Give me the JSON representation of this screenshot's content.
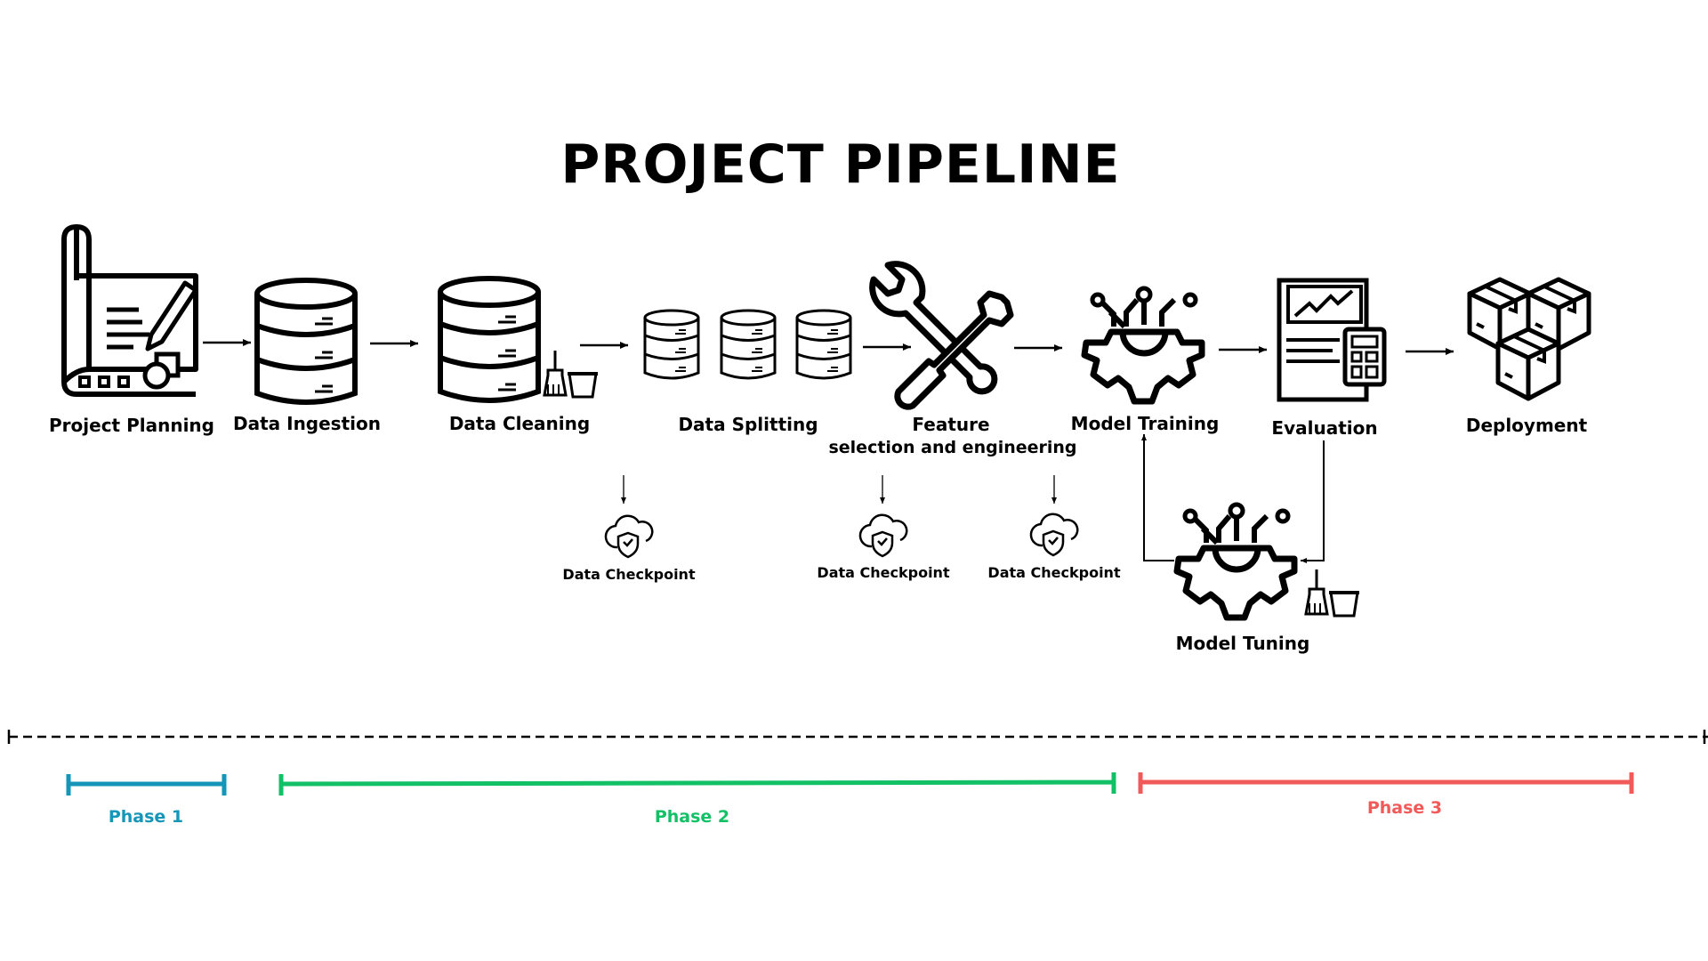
{
  "title": "PROJECT PIPELINE",
  "steps": [
    {
      "label": "Project Planning",
      "icon": "blueprint-icon"
    },
    {
      "label": "Data Ingestion",
      "icon": "database-icon"
    },
    {
      "label": "Data Cleaning",
      "icon": "database-cleaning-icon"
    },
    {
      "label": "Data Splitting",
      "icon": "split-databases-icon"
    },
    {
      "label": "Feature",
      "sublabel": "selection and engineering",
      "icon": "tools-icon"
    },
    {
      "label": "Model Training",
      "icon": "gear-circuit-icon"
    },
    {
      "label": "Evaluation",
      "icon": "report-calculator-icon"
    },
    {
      "label": "Deployment",
      "icon": "boxes-icon"
    }
  ],
  "checkpoints": [
    {
      "label": "Data Checkpoint",
      "icon": "cloud-shield-icon"
    },
    {
      "label": "Data Checkpoint",
      "icon": "cloud-shield-icon"
    },
    {
      "label": "Data Checkpoint",
      "icon": "cloud-shield-icon"
    }
  ],
  "tuning": {
    "label": "Model Tuning",
    "icon": "gear-circuit-cleaning-icon"
  },
  "phases": [
    {
      "label": "Phase 1",
      "color": "#1596b8"
    },
    {
      "label": "Phase 2",
      "color": "#12c065"
    },
    {
      "label": "Phase 3",
      "color": "#f25a5a"
    }
  ]
}
